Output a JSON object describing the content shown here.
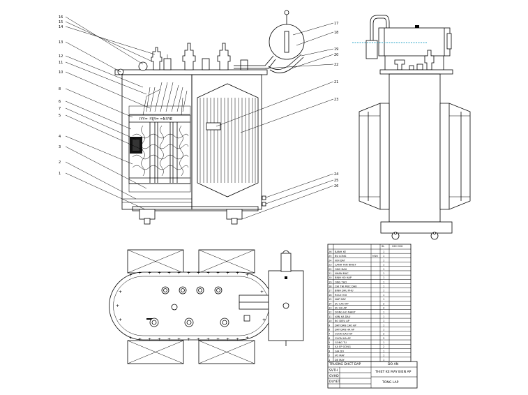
{
  "callouts_left": [
    {
      "num": "16",
      "label": ""
    },
    {
      "num": "15",
      "label": ""
    },
    {
      "num": "14",
      "label": ""
    },
    {
      "num": "13",
      "label": ""
    },
    {
      "num": "12",
      "label": ""
    },
    {
      "num": "11",
      "label": ""
    },
    {
      "num": "10",
      "label": ""
    },
    {
      "num": "8",
      "label": ""
    },
    {
      "num": "6",
      "label": ""
    },
    {
      "num": "7",
      "label": ""
    },
    {
      "num": "5",
      "label": ""
    },
    {
      "num": "4",
      "label": ""
    },
    {
      "num": "3",
      "label": ""
    },
    {
      "num": "2",
      "label": ""
    },
    {
      "num": "1",
      "label": ""
    }
  ],
  "callouts_right": [
    {
      "num": "17",
      "label": ""
    },
    {
      "num": "18",
      "label": ""
    },
    {
      "num": "19",
      "label": ""
    },
    {
      "num": "20",
      "label": ""
    },
    {
      "num": "22",
      "label": ""
    },
    {
      "num": "21",
      "label": ""
    },
    {
      "num": "23",
      "label": ""
    },
    {
      "num": "24",
      "label": ""
    },
    {
      "num": "25",
      "label": ""
    },
    {
      "num": "26",
      "label": ""
    }
  ],
  "parts_table": {
    "header": [
      "",
      "",
      "",
      "",
      "SL",
      "GHI CHU"
    ],
    "rows": [
      {
        "no": "26",
        "name": "BANH XE",
        "spec": "",
        "qty": "1"
      },
      {
        "no": "25",
        "name": "BU LONG",
        "spec": "M16",
        "qty": "1"
      },
      {
        "no": "24",
        "name": "NOI DAT",
        "spec": "",
        "qty": "1"
      },
      {
        "no": "23",
        "name": "CANH TAN NHIET",
        "spec": "",
        "qty": "1"
      },
      {
        "no": "22",
        "name": "ONG DAU",
        "spec": "",
        "qty": "1"
      },
      {
        "no": "21",
        "name": "NHAN MAC",
        "spec": "",
        "qty": "1"
      },
      {
        "no": "20",
        "name": "BINH HO HAP",
        "spec": "",
        "qty": "1"
      },
      {
        "no": "19",
        "name": "ONG THO",
        "spec": "",
        "qty": "1"
      },
      {
        "no": "18",
        "name": "CHI THI MUC DAU",
        "spec": "",
        "qty": "1"
      },
      {
        "no": "17",
        "name": "BINH DAU PHU",
        "spec": "",
        "qty": "1"
      },
      {
        "no": "16",
        "name": "ROLE HOI",
        "spec": "",
        "qty": "1"
      },
      {
        "no": "15",
        "name": "NAP MAY",
        "spec": "",
        "qty": "1"
      },
      {
        "no": "14",
        "name": "SU CAO AP",
        "spec": "",
        "qty": "3"
      },
      {
        "no": "13",
        "name": "SU HA AP",
        "spec": "",
        "qty": "4"
      },
      {
        "no": "12",
        "name": "DONG HO NHIET",
        "spec": "",
        "qty": "1"
      },
      {
        "no": "11",
        "name": "VAN XA DAU",
        "spec": "",
        "qty": "1"
      },
      {
        "no": "10",
        "name": "BO DIEU AP",
        "spec": "",
        "qty": "1"
      },
      {
        "no": "9",
        "name": "DAY DAN CAO AP",
        "spec": "",
        "qty": "1"
      },
      {
        "no": "8",
        "name": "DAY DAN HA AP",
        "spec": "",
        "qty": "1"
      },
      {
        "no": "7",
        "name": "CUON CAO AP",
        "spec": "",
        "qty": "3"
      },
      {
        "no": "6",
        "name": "CUON HA AP",
        "spec": "",
        "qty": "3"
      },
      {
        "no": "5",
        "name": "GONG TU",
        "spec": "",
        "qty": "1"
      },
      {
        "no": "4",
        "name": "XA EP GONG",
        "spec": "",
        "qty": "2"
      },
      {
        "no": "3",
        "name": "GIA DO",
        "spec": "",
        "qty": "1"
      },
      {
        "no": "2",
        "name": "VO MAY",
        "spec": "",
        "qty": "1"
      },
      {
        "no": "1",
        "name": "DE MAY",
        "spec": "",
        "qty": "1"
      }
    ]
  },
  "title_block": {
    "school": "TRUONG DHCT DAP",
    "role_rows": [
      {
        "role": "SVTH",
        "name": ""
      },
      {
        "role": "GVHD",
        "name": ""
      },
      {
        "role": "DUYET",
        "name": ""
      }
    ],
    "project_title": "DO AN",
    "project_subtitle": "THIET KE MAY BIEN AP",
    "drawing_title": "TONG LAP"
  }
}
